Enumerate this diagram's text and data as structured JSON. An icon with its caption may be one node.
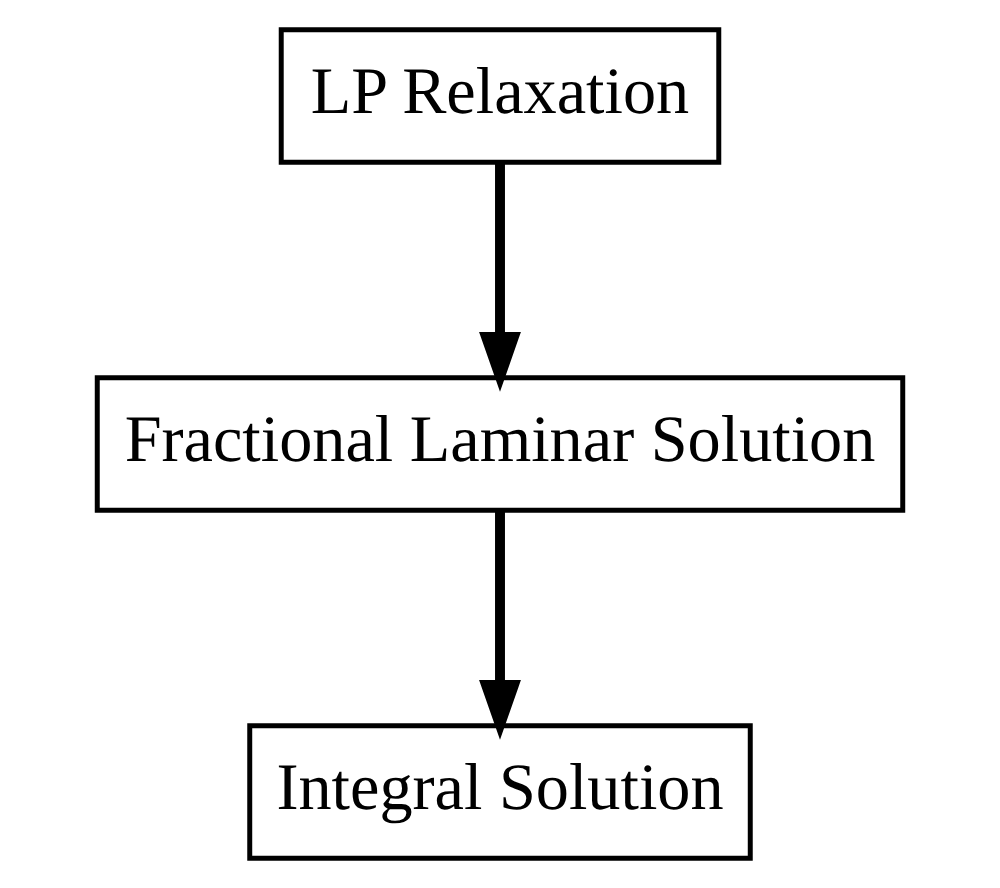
{
  "diagram": {
    "nodes": [
      {
        "text": [
          "LP Relaxation"
        ]
      },
      {
        "text": [
          "Fractional Laminar Solution"
        ]
      },
      {
        "text": [
          "Integral Solution"
        ]
      }
    ],
    "edges": [
      {
        "from": 0,
        "to": 1,
        "arrow": "to"
      },
      {
        "from": 1,
        "to": 2,
        "arrow": "to"
      }
    ]
  }
}
